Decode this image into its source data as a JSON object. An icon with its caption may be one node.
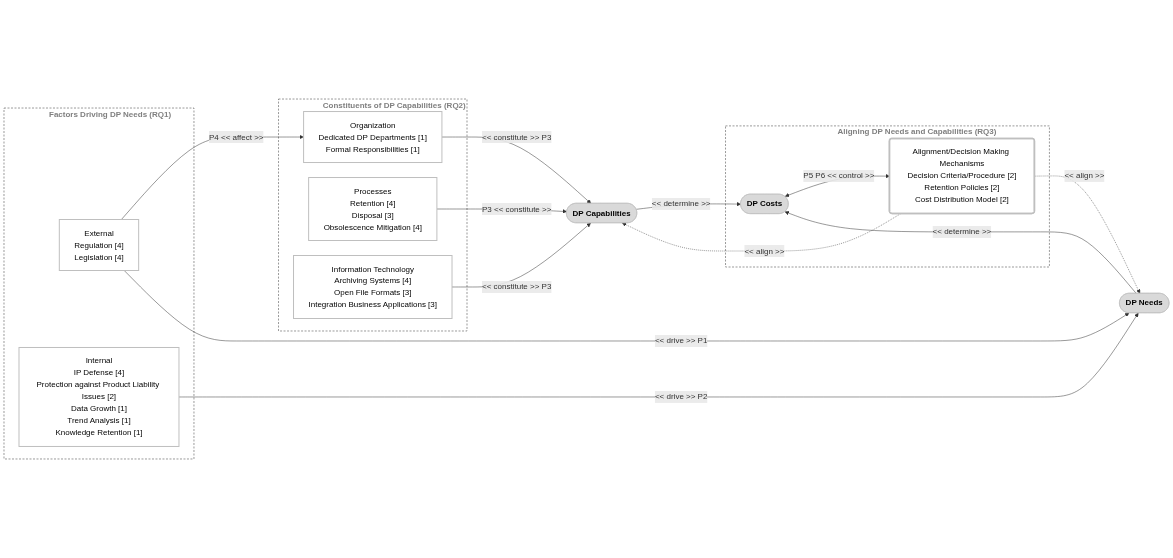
{
  "diagram": {
    "nodes": [
      {
        "text": [
          "Factors Driving DP Needs (RQ1)"
        ]
      },
      {
        "text": [
          "External",
          "Regulation [4]",
          "Legislation [4]"
        ],
        "in": 0
      },
      {
        "text": [
          "Internal",
          "IP Defense [4]",
          "Protection against Product Liability Issues [2]",
          "Data Growth [1]",
          "Trend Analysis [1]",
          "Knowledge Retention [1]"
        ],
        "in": 0
      },
      {
        "text": [
          "Aligning DP Needs and Capabilities (RQ3)"
        ]
      },
      {
        "text": [
          "Alignment/Decision Making Mechanisms",
          "Decision Criteria/Procedure [2]",
          "Retention Policies [2]",
          "Cost Distribution Model [2]"
        ],
        "in": 3
      },
      {
        "text": [
          "DP Needs"
        ]
      },
      {
        "text": [
          "DP Capabilities"
        ]
      },
      {
        "text": [
          "DP Costs"
        ],
        "in": 3
      },
      {
        "text": [
          "Constituents of DP Capabilities (RQ2)"
        ]
      },
      {
        "text": [
          "Organization",
          "Dedicated DP Departments [1]",
          "Formal Responsibilities [1]"
        ],
        "in": 8
      },
      {
        "text": [
          "Processes",
          "Retention [4]",
          "Disposal [3]",
          "Obsolescence Mitigation [4]"
        ],
        "in": 8
      },
      {
        "text": [
          "Information Technology",
          "Archiving Systems [4]",
          "Open File Formats [3]",
          "Integration Business Applications [3]"
        ],
        "in": 8
      }
    ],
    "edges": [
      {
        "from": 1,
        "to": 9,
        "arrow": "to",
        "label": "P4 << affect >>"
      },
      {
        "from": 1,
        "to": 5,
        "arrow": "to",
        "label": "<< drive >> P1"
      },
      {
        "from": 2,
        "to": 5,
        "arrow": "to",
        "label": "<< drive >> P2"
      },
      {
        "from": 9,
        "to": 6,
        "arrow": "to",
        "label": "<< constitute >> P3"
      },
      {
        "from": 10,
        "to": 6,
        "arrow": "to",
        "label": "P3 << constitute >>"
      },
      {
        "from": 11,
        "to": 6,
        "arrow": "to",
        "label": "<< constitute >> P3"
      },
      {
        "from": 4,
        "to": 5,
        "arrow": "to",
        "label": "<< align >>",
        "style": "dashed"
      },
      {
        "from": 4,
        "to": 6,
        "arrow": "to",
        "label": "<< align >>",
        "style": "dashed"
      },
      {
        "from": 7,
        "to": 4,
        "arrow": "both",
        "label": "P5 P6 << control >>"
      },
      {
        "from": 5,
        "to": 7,
        "arrow": "to",
        "label": "<< determine >>"
      },
      {
        "from": 6,
        "to": 7,
        "arrow": "to",
        "label": "<< determine >>"
      }
    ]
  }
}
